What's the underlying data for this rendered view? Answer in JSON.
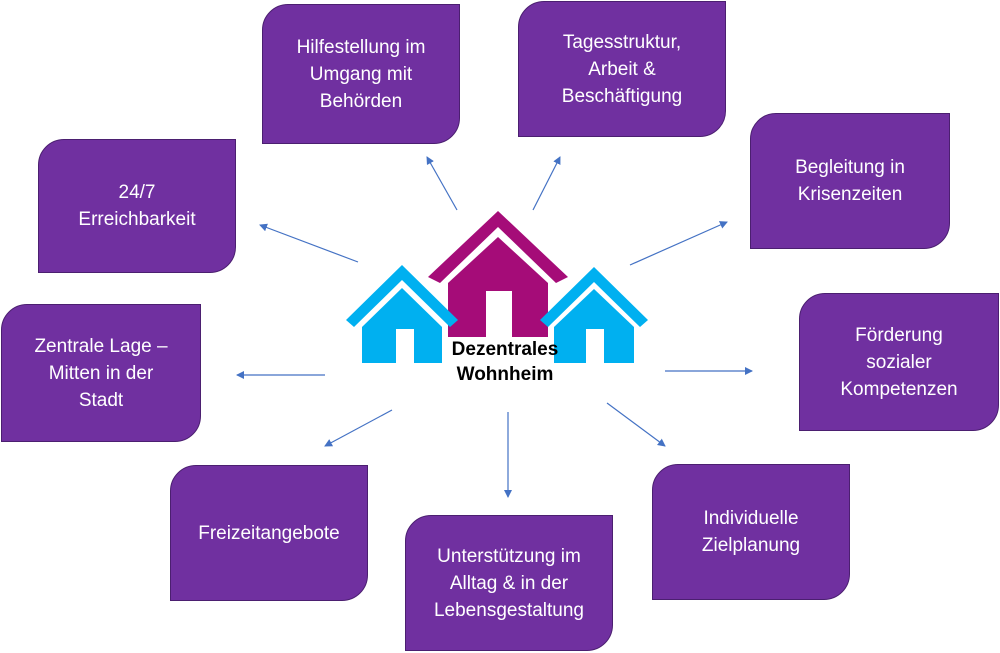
{
  "center": {
    "label": "Dezentrales\nWohnheim"
  },
  "colors": {
    "box": "#7030a0",
    "arrow": "#4472c4",
    "house_blue": "#00b0f0",
    "house_magenta": "#a50c78"
  },
  "nodes": [
    {
      "id": "hilfestellung",
      "label": "Hilfestellung im\nUmgang mit\nBehörden"
    },
    {
      "id": "tagesstruktur",
      "label": "Tagesstruktur,\nArbeit &\nBeschäftigung"
    },
    {
      "id": "erreichbarkeit",
      "label": "24/7\nErreichbarkeit"
    },
    {
      "id": "begleitung",
      "label": "Begleitung in\nKrisenzeiten"
    },
    {
      "id": "zentrale-lage",
      "label": "Zentrale Lage –\nMitten in der\nStadt"
    },
    {
      "id": "foerderung",
      "label": "Förderung\nsozialer\nKompetenzen"
    },
    {
      "id": "freizeit",
      "label": "Freizeitangebote"
    },
    {
      "id": "unterstuetzung",
      "label": "Unterstützung im\nAlltag & in der\nLebensgestaltung"
    },
    {
      "id": "zielplanung",
      "label": "Individuelle\nZielplanung"
    }
  ]
}
